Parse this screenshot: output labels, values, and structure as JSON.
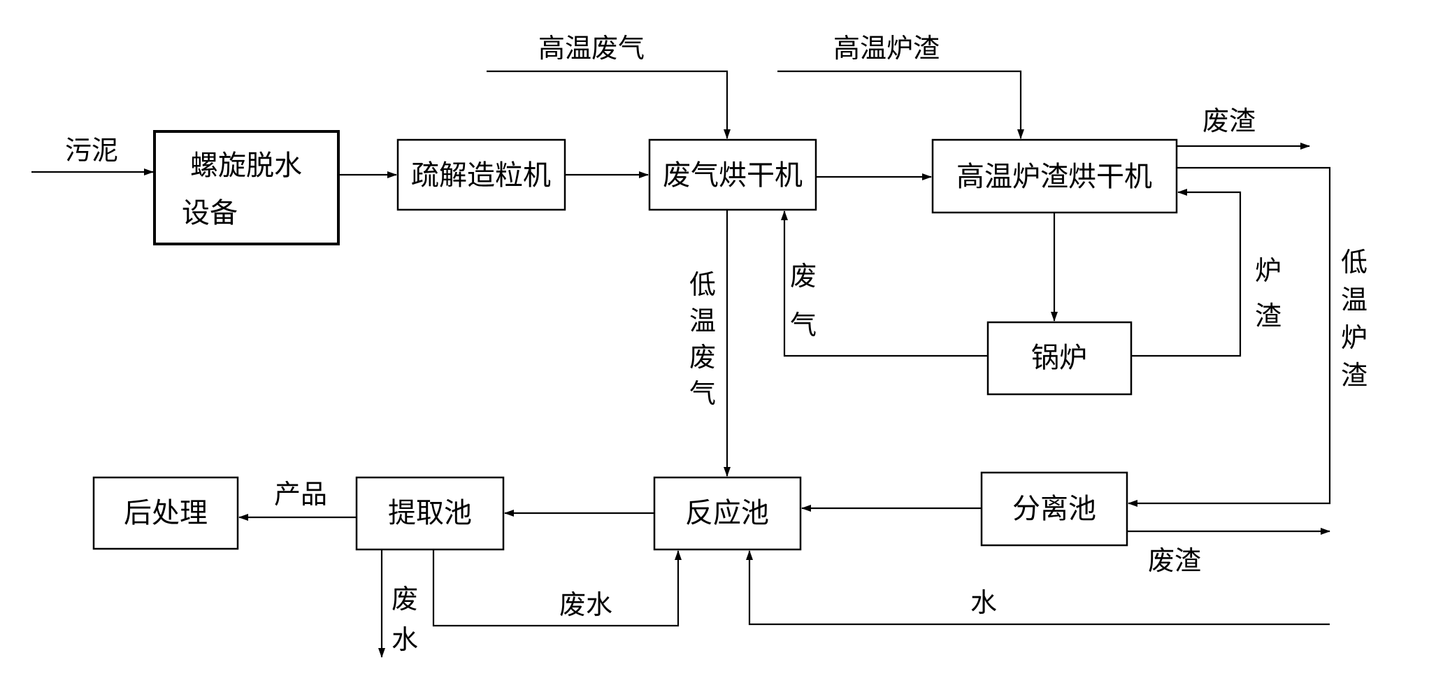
{
  "boxes": {
    "screw_dewatering_line1": "螺旋脱水",
    "screw_dewatering_line2": "设备",
    "granulator": "疏解造粒机",
    "waste_gas_dryer": "废气烘干机",
    "hot_slag_dryer": "高温炉渣烘干机",
    "boiler": "锅炉",
    "separation_tank": "分离池",
    "reaction_tank": "反应池",
    "extraction_tank": "提取池",
    "post_treatment": "后处理"
  },
  "labels": {
    "sludge": "污泥",
    "hot_waste_gas": "高温废气",
    "hot_slag": "高温炉渣",
    "waste_slag_top": "废渣",
    "low_temp_waste_gas": [
      "低",
      "温",
      "废",
      "气"
    ],
    "waste_gas_return": [
      "废",
      "气"
    ],
    "slag_return": [
      "炉",
      "渣"
    ],
    "low_temp_slag": [
      "低",
      "温",
      "炉",
      "渣"
    ],
    "waste_slag_bottom": "废渣",
    "product": "产品",
    "waste_water_side": [
      "废",
      "水"
    ],
    "waste_water_return": "废水",
    "water": "水"
  }
}
